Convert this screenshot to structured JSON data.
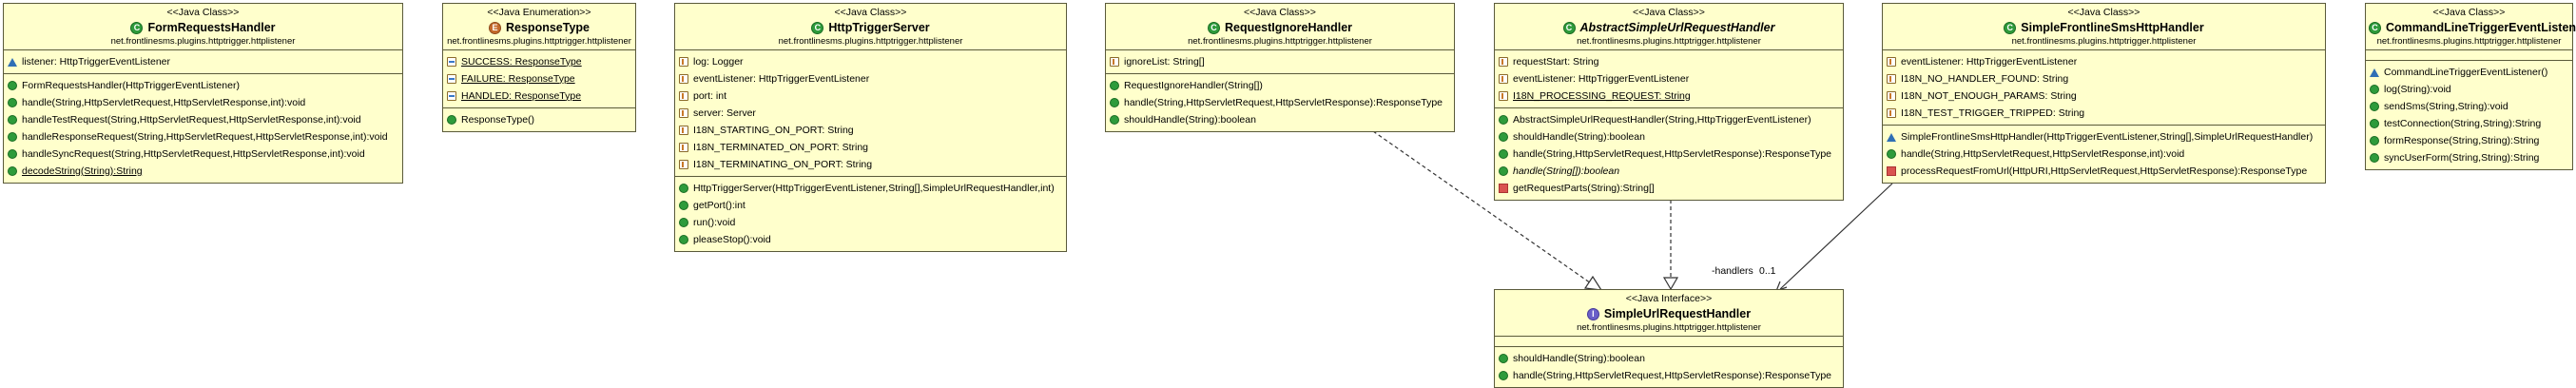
{
  "classes": [
    {
      "id": "form",
      "stereotype": "<<Java Class>>",
      "name": "FormRequestsHandler",
      "kind": "class",
      "package": "net.frontlinesms.plugins.httptrigger.httplistener",
      "fields": [
        {
          "icon": "package-field-icon",
          "text": "listener: HttpTriggerEventListener"
        }
      ],
      "methods": [
        {
          "icon": "constructor-icon",
          "text": "FormRequestsHandler(HttpTriggerEventListener)"
        },
        {
          "icon": "public-method-icon",
          "text": "handle(String,HttpServletRequest,HttpServletResponse,int):void"
        },
        {
          "icon": "public-method-icon",
          "text": "handleTestRequest(String,HttpServletRequest,HttpServletResponse,int):void"
        },
        {
          "icon": "public-method-icon",
          "text": "handleResponseRequest(String,HttpServletRequest,HttpServletResponse,int):void"
        },
        {
          "icon": "public-method-icon",
          "text": "handleSyncRequest(String,HttpServletRequest,HttpServletResponse,int):void"
        },
        {
          "icon": "static-method-icon",
          "text": "decodeString(String):String",
          "underline": true
        }
      ]
    },
    {
      "id": "resptype",
      "stereotype": "<<Java Enumeration>>",
      "name": "ResponseType",
      "kind": "enum",
      "package": "net.frontlinesms.plugins.httptrigger.httplistener",
      "fields": [
        {
          "icon": "enum-constant-icon",
          "text": "SUCCESS: ResponseType",
          "underline": true
        },
        {
          "icon": "enum-constant-icon",
          "text": "FAILURE: ResponseType",
          "underline": true
        },
        {
          "icon": "enum-constant-icon",
          "text": "HANDLED: ResponseType",
          "underline": true
        }
      ],
      "methods": [
        {
          "icon": "constructor-icon",
          "text": "ResponseType()"
        }
      ]
    },
    {
      "id": "server",
      "stereotype": "<<Java Class>>",
      "name": "HttpTriggerServer",
      "kind": "class",
      "package": "net.frontlinesms.plugins.httptrigger.httplistener",
      "fields": [
        {
          "icon": "final-field-icon",
          "text": "log: Logger"
        },
        {
          "icon": "final-field-icon",
          "text": "eventListener: HttpTriggerEventListener"
        },
        {
          "icon": "final-field-icon",
          "text": "port: int"
        },
        {
          "icon": "private-field-icon",
          "text": "server: Server"
        },
        {
          "icon": "final-field-icon",
          "text": "I18N_STARTING_ON_PORT: String"
        },
        {
          "icon": "final-field-icon",
          "text": "I18N_TERMINATED_ON_PORT: String"
        },
        {
          "icon": "final-field-icon",
          "text": "I18N_TERMINATING_ON_PORT: String"
        }
      ],
      "methods": [
        {
          "icon": "constructor-icon",
          "text": "HttpTriggerServer(HttpTriggerEventListener,String[],SimpleUrlRequestHandler,int)"
        },
        {
          "icon": "public-method-icon",
          "text": "getPort():int"
        },
        {
          "icon": "public-method-icon",
          "text": "run():void"
        },
        {
          "icon": "public-method-icon",
          "text": "pleaseStop():void"
        }
      ]
    },
    {
      "id": "ignore",
      "stereotype": "<<Java Class>>",
      "name": "RequestIgnoreHandler",
      "kind": "class",
      "package": "net.frontlinesms.plugins.httptrigger.httplistener",
      "fields": [
        {
          "icon": "final-field-icon",
          "text": "ignoreList: String[]"
        }
      ],
      "methods": [
        {
          "icon": "constructor-icon",
          "text": "RequestIgnoreHandler(String[])"
        },
        {
          "icon": "public-method-icon",
          "text": "handle(String,HttpServletRequest,HttpServletResponse):ResponseType"
        },
        {
          "icon": "public-method-icon",
          "text": "shouldHandle(String):boolean"
        }
      ]
    },
    {
      "id": "abstract",
      "stereotype": "<<Java Class>>",
      "name": "AbstractSimpleUrlRequestHandler",
      "kind": "class",
      "italic": true,
      "package": "net.frontlinesms.plugins.httptrigger.httplistener",
      "fields": [
        {
          "icon": "final-field-icon",
          "text": "requestStart: String"
        },
        {
          "icon": "private-field-icon",
          "text": "eventListener: HttpTriggerEventListener"
        },
        {
          "icon": "final-field-icon",
          "text": "I18N_PROCESSING_REQUEST: String",
          "underline": true
        }
      ],
      "methods": [
        {
          "icon": "constructor-icon",
          "text": "AbstractSimpleUrlRequestHandler(String,HttpTriggerEventListener)"
        },
        {
          "icon": "public-method-icon",
          "text": "shouldHandle(String):boolean"
        },
        {
          "icon": "public-method-icon",
          "text": "handle(String,HttpServletRequest,HttpServletResponse):ResponseType"
        },
        {
          "icon": "abstract-method-icon",
          "text": "handle(String[]):boolean",
          "italic": true
        },
        {
          "icon": "private-method-icon",
          "text": "getRequestParts(String):String[]"
        }
      ]
    },
    {
      "id": "sms",
      "stereotype": "<<Java Class>>",
      "name": "SimpleFrontlineSmsHttpHandler",
      "kind": "class",
      "package": "net.frontlinesms.plugins.httptrigger.httplistener",
      "fields": [
        {
          "icon": "final-field-icon",
          "text": "eventListener: HttpTriggerEventListener"
        },
        {
          "icon": "final-field-icon",
          "text": "I18N_NO_HANDLER_FOUND: String"
        },
        {
          "icon": "final-field-icon",
          "text": "I18N_NOT_ENOUGH_PARAMS: String"
        },
        {
          "icon": "final-field-icon",
          "text": "I18N_TEST_TRIGGER_TRIPPED: String"
        }
      ],
      "methods": [
        {
          "icon": "package-constructor-icon",
          "text": "SimpleFrontlineSmsHttpHandler(HttpTriggerEventListener,String[],SimpleUrlRequestHandler)"
        },
        {
          "icon": "public-method-icon",
          "text": "handle(String,HttpServletRequest,HttpServletResponse,int):void"
        },
        {
          "icon": "private-method-icon",
          "text": "processRequestFromUrl(HttpURI,HttpServletRequest,HttpServletResponse):ResponseType"
        }
      ]
    },
    {
      "id": "cli",
      "stereotype": "<<Java Class>>",
      "name": "CommandLineTriggerEventListener",
      "kind": "class",
      "package": "net.frontlinesms.plugins.httptrigger.httplistener",
      "fields": [],
      "methods": [
        {
          "icon": "package-constructor-icon",
          "text": "CommandLineTriggerEventListener()"
        },
        {
          "icon": "public-method-icon",
          "text": "log(String):void"
        },
        {
          "icon": "public-method-icon",
          "text": "sendSms(String,String):void"
        },
        {
          "icon": "public-method-icon",
          "text": "testConnection(String,String):String"
        },
        {
          "icon": "public-method-icon",
          "text": "formResponse(String,String):String"
        },
        {
          "icon": "public-method-icon",
          "text": "syncUserForm(String,String):String"
        }
      ]
    },
    {
      "id": "iface",
      "stereotype": "<<Java Interface>>",
      "name": "SimpleUrlRequestHandler",
      "kind": "interface",
      "package": "net.frontlinesms.plugins.httptrigger.httplistener",
      "fields": [],
      "methods": [
        {
          "icon": "public-method-icon",
          "text": "shouldHandle(String):boolean"
        },
        {
          "icon": "public-method-icon",
          "text": "handle(String,HttpServletRequest,HttpServletResponse):ResponseType"
        }
      ]
    }
  ],
  "associations": [
    {
      "from": "ignore",
      "to": "iface",
      "type": "realization"
    },
    {
      "from": "abstract",
      "to": "iface",
      "type": "realization"
    },
    {
      "from": "sms",
      "to": "iface",
      "type": "association",
      "role": "-handlers",
      "multiplicity": "0..1"
    }
  ],
  "colors": {
    "class_fill": "#ffffcc",
    "border": "#5a5a3a",
    "public": "#2e9b3b",
    "private": "#d9534f"
  }
}
